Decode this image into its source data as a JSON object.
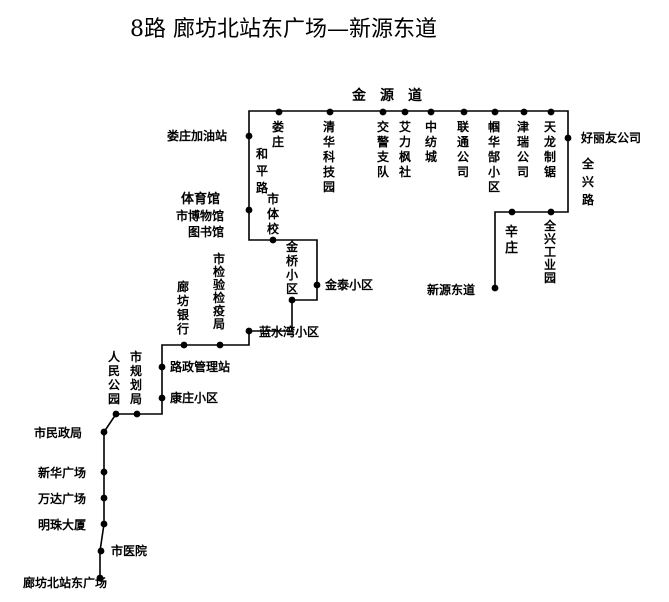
{
  "title": "8路  廊坊北站东广场—新源东道",
  "stops": {
    "loujiazhuang_gas": "娄庄加油站",
    "louzhuang": "娄庄",
    "tsinghua_park": "清华科技园",
    "traffic_police": "交警支队",
    "aili_maple": "艾力枫社",
    "zhongfang_city": "中纺城",
    "liantong": "联通公司",
    "zhanghua_dubu": "帼华郜小区",
    "jinrui": "津瑞公司",
    "tianlong": "天龙制锯",
    "haolijou": "好丽友公司",
    "sports_hall": "体育馆",
    "museum": "市博物馆",
    "library": "图书馆",
    "city_school": "市体校",
    "jinqiao": "金桥小区",
    "jintai": "金泰小区",
    "lanshui": "蓝水湾小区",
    "langfang_bank": "廊坊银行",
    "inspection": "市检验检疫局",
    "road_mgmt": "路政管理站",
    "people_park": "人民公园",
    "planning": "市规划局",
    "kangzhuang": "康庄小区",
    "civil_affairs": "市民政局",
    "xinhua": "新华广场",
    "wanda": "万达广场",
    "pearl": "明珠大厦",
    "hospital": "市医院",
    "north_station": "廊坊北站东广场",
    "xinzhuang": "辛庄",
    "quanxing_park": "全兴工业园",
    "xinyuan_east": "新源东道"
  },
  "roads": {
    "jinyuan": "金　源　道",
    "heping": "和平路",
    "quanxing": "全兴路"
  }
}
